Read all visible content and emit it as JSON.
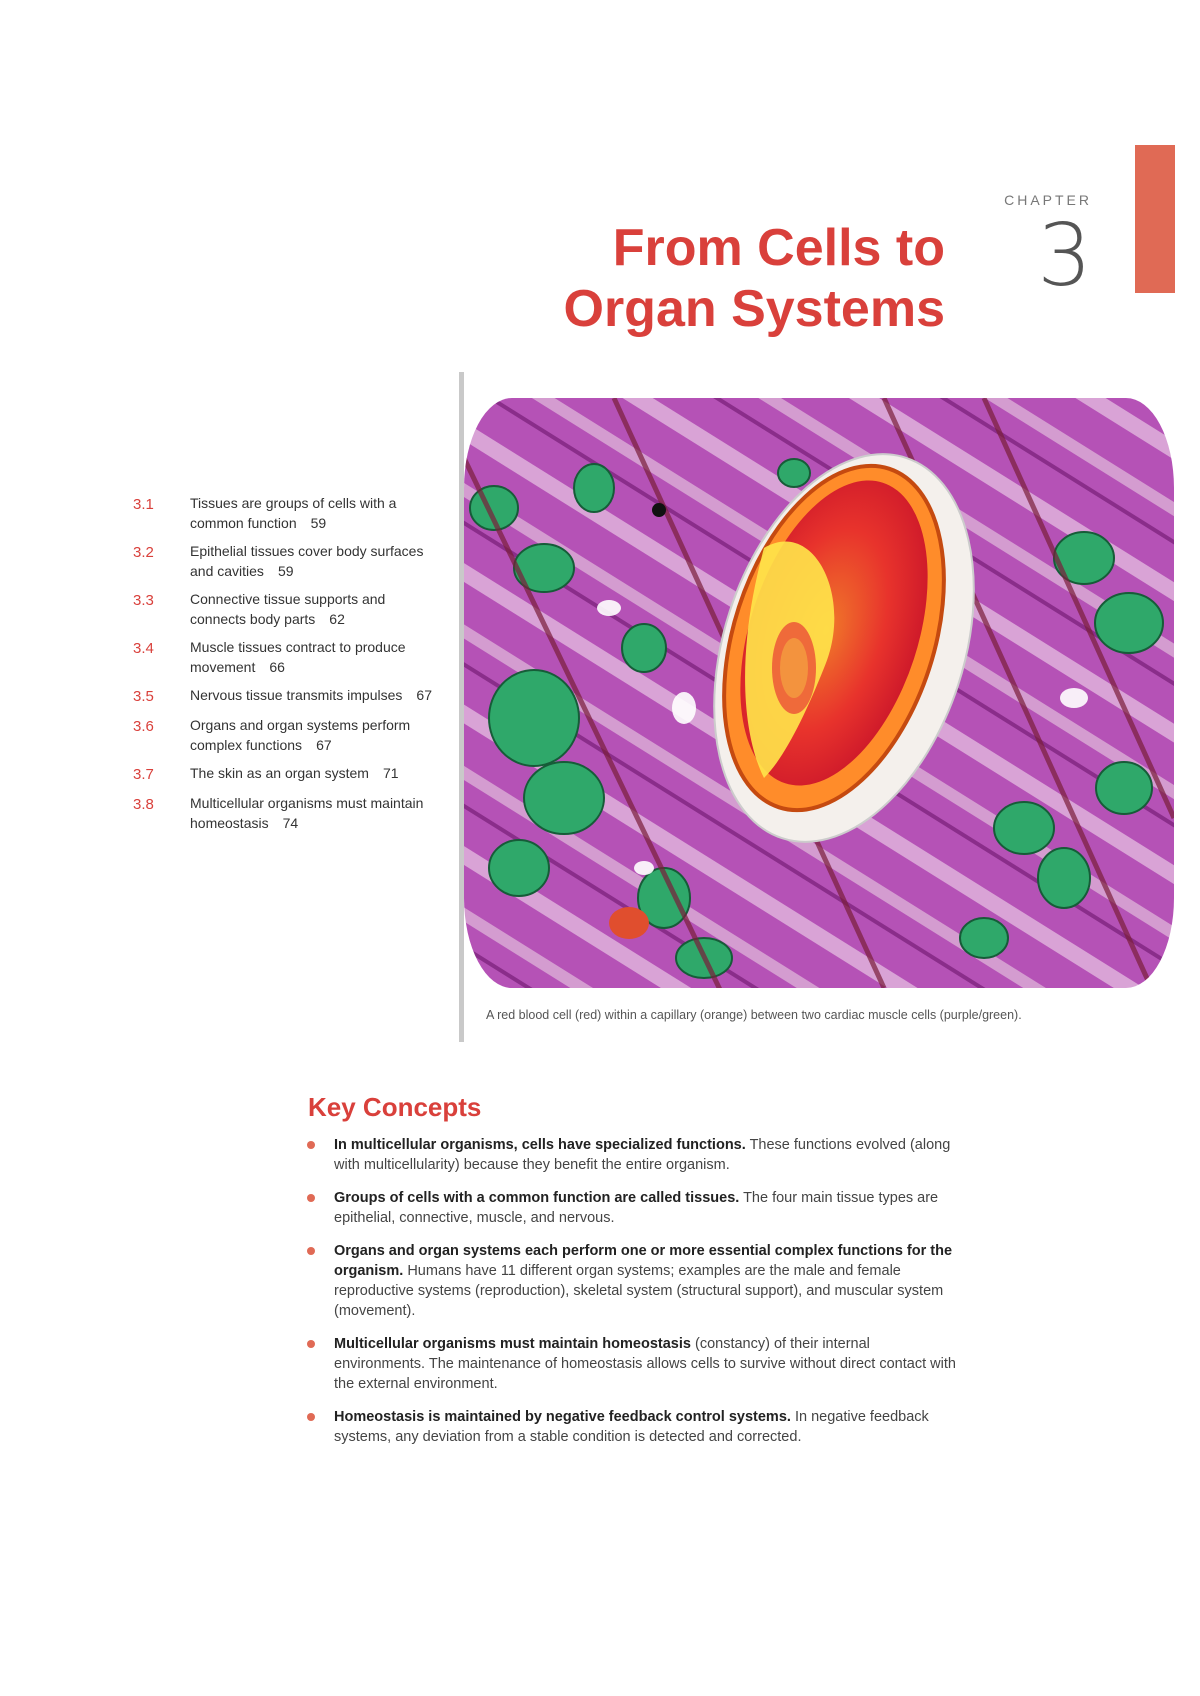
{
  "chapter": {
    "label": "CHAPTER",
    "number": "3",
    "title_line1": "From Cells to",
    "title_line2": "Organ Systems",
    "accent_color": "#e06a55",
    "title_color": "#d9403b"
  },
  "toc": [
    {
      "num": "3.1",
      "title": "Tissues are groups of cells with a common function",
      "page": "59"
    },
    {
      "num": "3.2",
      "title": "Epithelial tissues cover body surfaces and cavities",
      "page": "59"
    },
    {
      "num": "3.3",
      "title": "Connective tissue supports and connects body parts",
      "page": "62"
    },
    {
      "num": "3.4",
      "title": "Muscle tissues contract to produce movement",
      "page": "66"
    },
    {
      "num": "3.5",
      "title": "Nervous tissue transmits impulses",
      "page": "67"
    },
    {
      "num": "3.6",
      "title": "Organs and organ systems perform complex functions",
      "page": "67"
    },
    {
      "num": "3.7",
      "title": "The skin as an organ system",
      "page": "71"
    },
    {
      "num": "3.8",
      "title": "Multicellular organisms must maintain homeostasis",
      "page": "74"
    }
  ],
  "figure": {
    "caption": "A red blood cell (red) within a capillary (orange) between two cardiac muscle cells (purple/green)."
  },
  "key_concepts": {
    "title": "Key Concepts",
    "items": [
      {
        "bold": "In multicellular organisms, cells have specialized functions.",
        "text": "These functions evolved (along with multicellularity) because they benefit the entire organism."
      },
      {
        "bold": "Groups of cells with a common function are called tissues.",
        "text": "The four main tissue types are epithelial, connective, muscle, and nervous."
      },
      {
        "bold": "Organs and organ systems each perform one or more essential complex functions for the organism.",
        "text": "Humans have 11 different organ systems; examples are the male and female reproductive systems (reproduction), skeletal system (structural support), and muscular system (movement)."
      },
      {
        "bold": "Multicellular organisms must maintain homeostasis",
        "text": "(constancy) of their internal environments. The maintenance of homeostasis allows cells to survive without direct contact with the external environment."
      },
      {
        "bold": "Homeostasis is maintained by negative feedback control systems.",
        "text": "In negative feedback systems, any deviation from a stable condition is detected and corrected."
      }
    ]
  }
}
